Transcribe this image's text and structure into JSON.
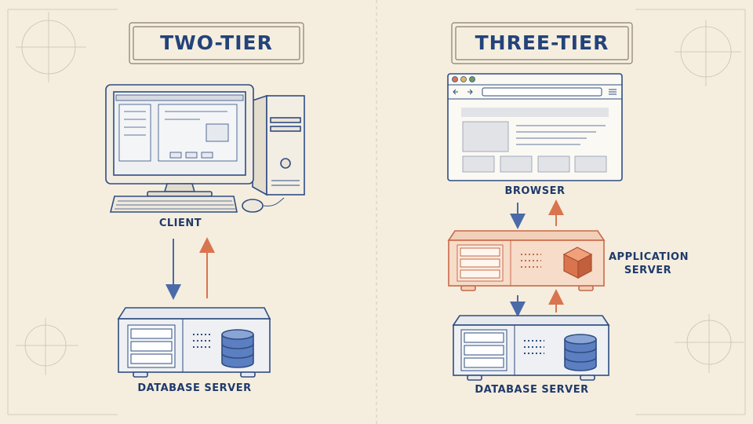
{
  "diagram": {
    "two_tier": {
      "title": "TWO-TIER",
      "client_label": "CLIENT",
      "database_label": "DATABASE SERVER"
    },
    "three_tier": {
      "title": "THREE-TIER",
      "browser_label": "BROWSER",
      "app_label_line1": "APPLICATION",
      "app_label_line2": "SERVER",
      "database_label": "DATABASE SERVER"
    }
  },
  "colors": {
    "background": "#f5eedf",
    "ink": "#2f4d82",
    "blue_arrow": "#4a6aa8",
    "orange_arrow": "#d9744f",
    "app_server_fill": "#f6d8c4",
    "database": "#5b7fc0"
  }
}
